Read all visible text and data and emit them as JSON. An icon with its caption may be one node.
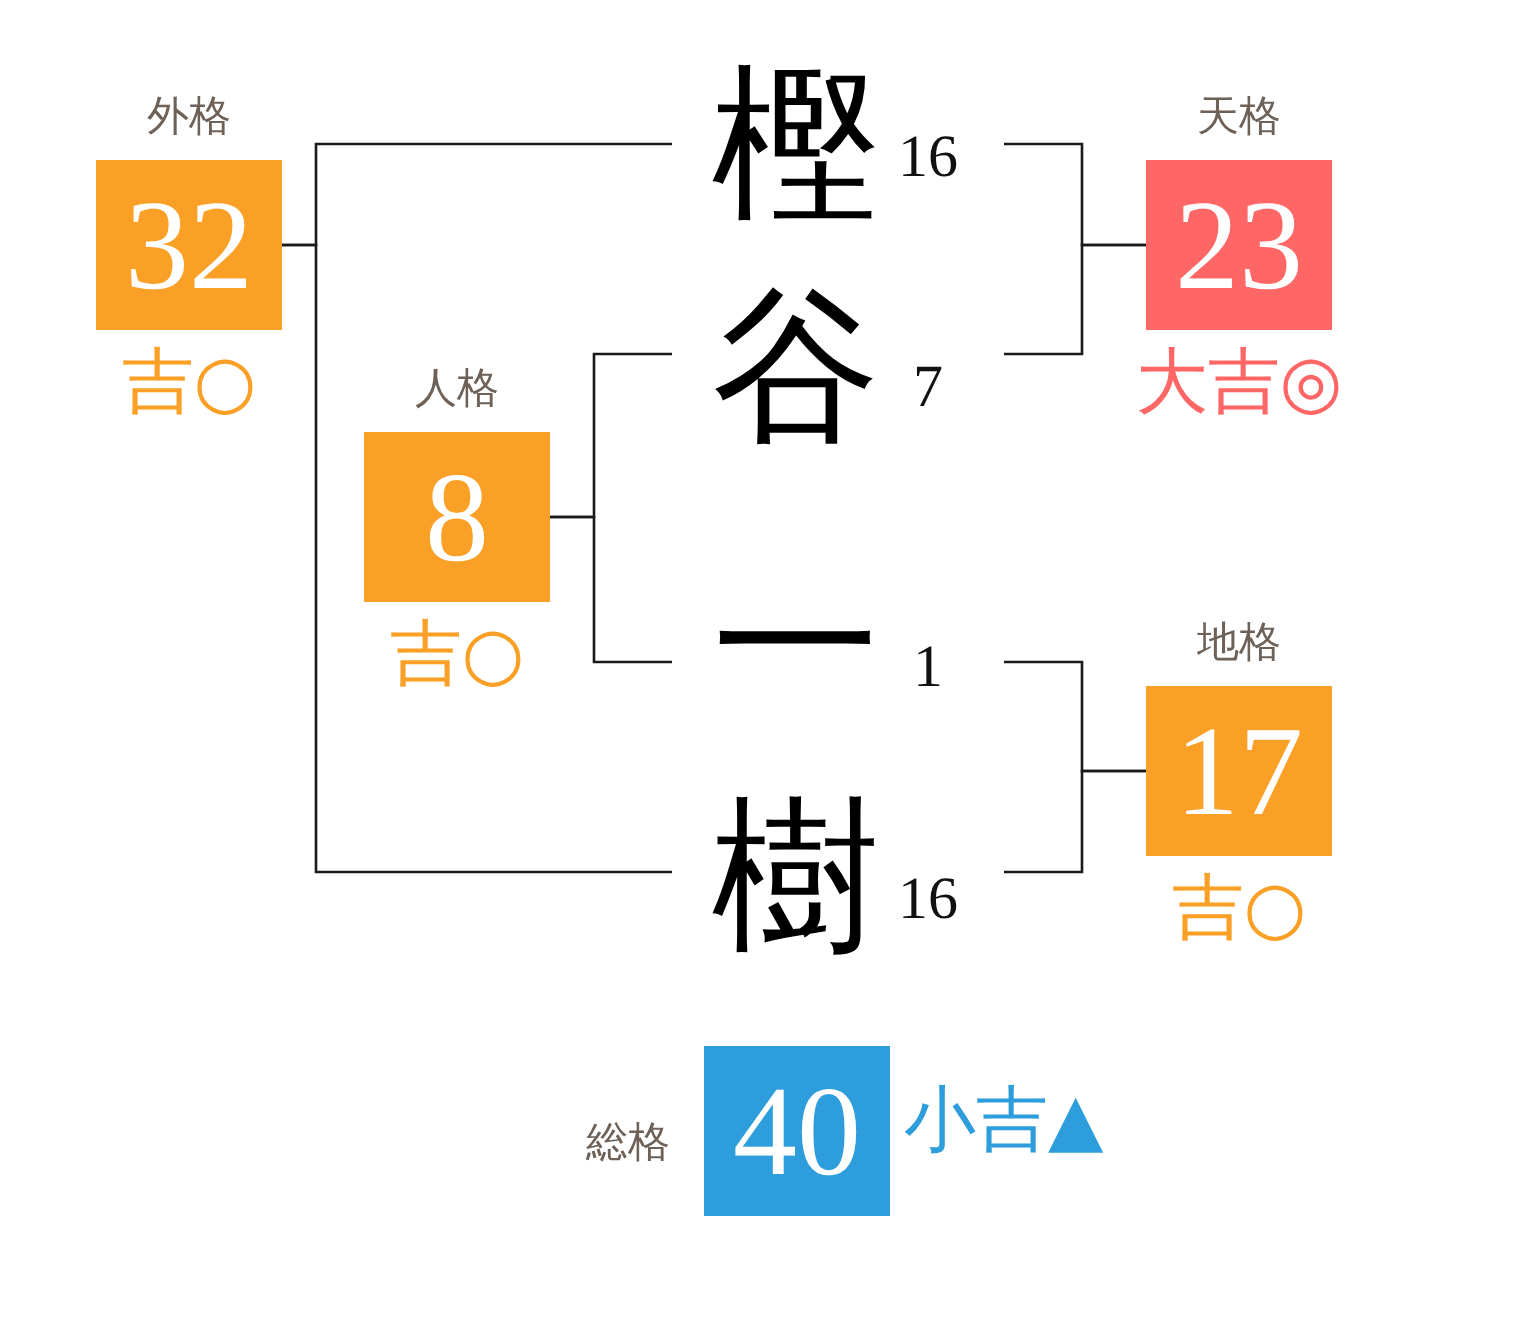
{
  "diagram": {
    "nodes": [
      {
        "text": [
          "外格",
          "32"
        ],
        "beside": [
          "吉○"
        ]
      },
      {
        "text": [
          "樫"
        ],
        "beside": [
          "16"
        ]
      },
      {
        "text": [
          "天格",
          "23"
        ],
        "beside": [
          "大吉◎"
        ]
      },
      {
        "text": [
          "谷"
        ],
        "beside": [
          "7"
        ]
      },
      {
        "text": [
          "人格",
          "8"
        ],
        "beside": [
          "吉○"
        ]
      },
      {
        "text": [
          "一"
        ],
        "beside": [
          "1"
        ]
      },
      {
        "text": [
          "地格",
          "17"
        ],
        "beside": [
          "吉○"
        ]
      },
      {
        "text": [
          "樹"
        ],
        "beside": [
          "16"
        ]
      },
      {
        "text": [
          "総格",
          "40"
        ],
        "beside": [
          "小吉▲"
        ]
      }
    ],
    "edges": [
      {
        "from": 0,
        "to": 1,
        "arrow": "none"
      },
      {
        "from": 0,
        "to": 7,
        "arrow": "none"
      },
      {
        "from": 1,
        "to": 2,
        "arrow": "none"
      },
      {
        "from": 3,
        "to": 2,
        "arrow": "none"
      },
      {
        "from": 4,
        "to": 3,
        "arrow": "none"
      },
      {
        "from": 4,
        "to": 5,
        "arrow": "none"
      },
      {
        "from": 5,
        "to": 6,
        "arrow": "none"
      },
      {
        "from": 7,
        "to": 6,
        "arrow": "none"
      }
    ]
  }
}
